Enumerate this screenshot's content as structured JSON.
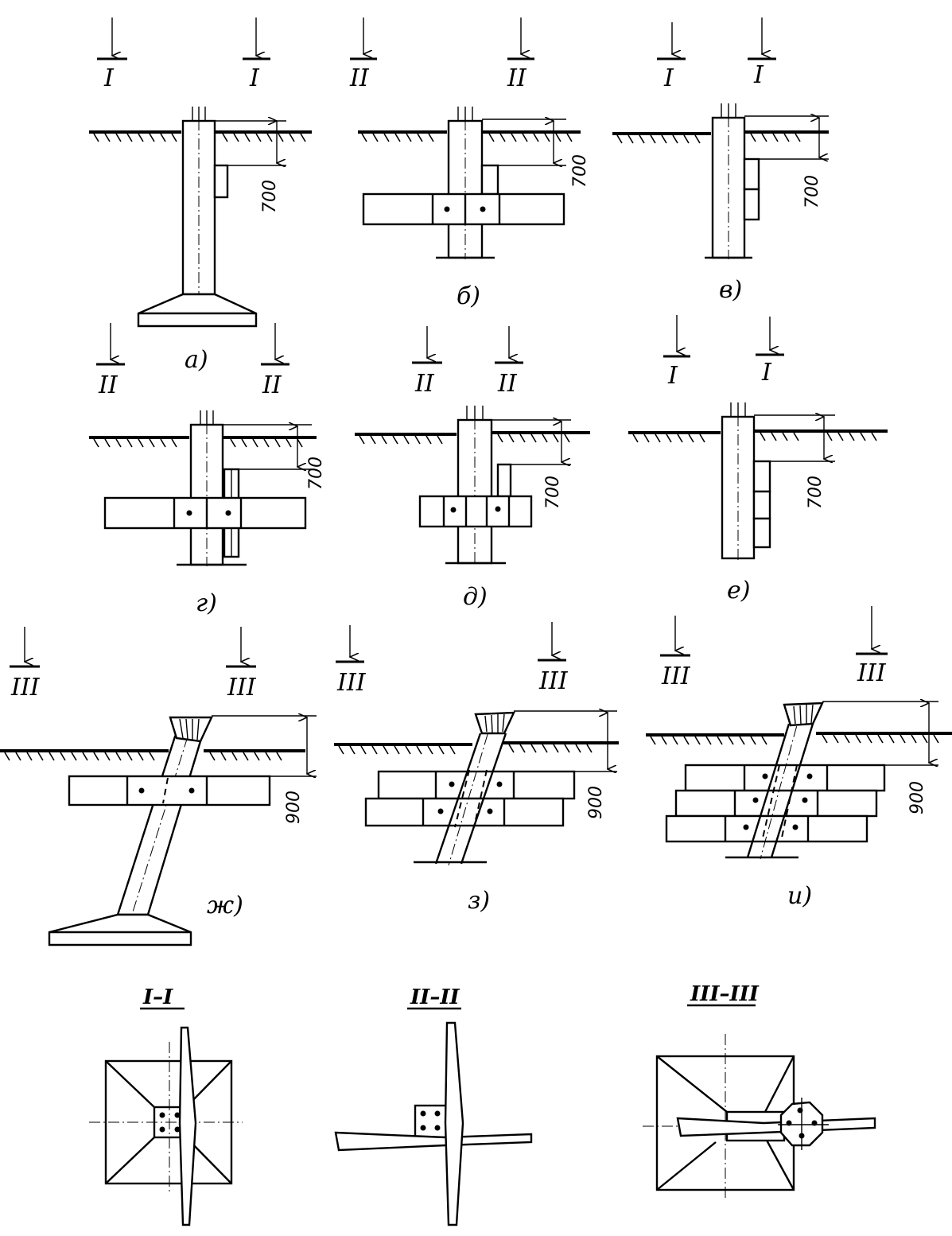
{
  "figure_labels": {
    "a": "а)",
    "b": "б)",
    "v": "в)",
    "g": "г)",
    "d": "д)",
    "e": "е)",
    "zh": "ж)",
    "z": "з)",
    "i": "и)"
  },
  "cut_marks": {
    "one": "I",
    "two": "II",
    "three": "III"
  },
  "dimensions": {
    "d700": "700",
    "d900": "900"
  },
  "section_titles": {
    "s1": "I–I",
    "s2": "II–II",
    "s3": "III–III"
  }
}
